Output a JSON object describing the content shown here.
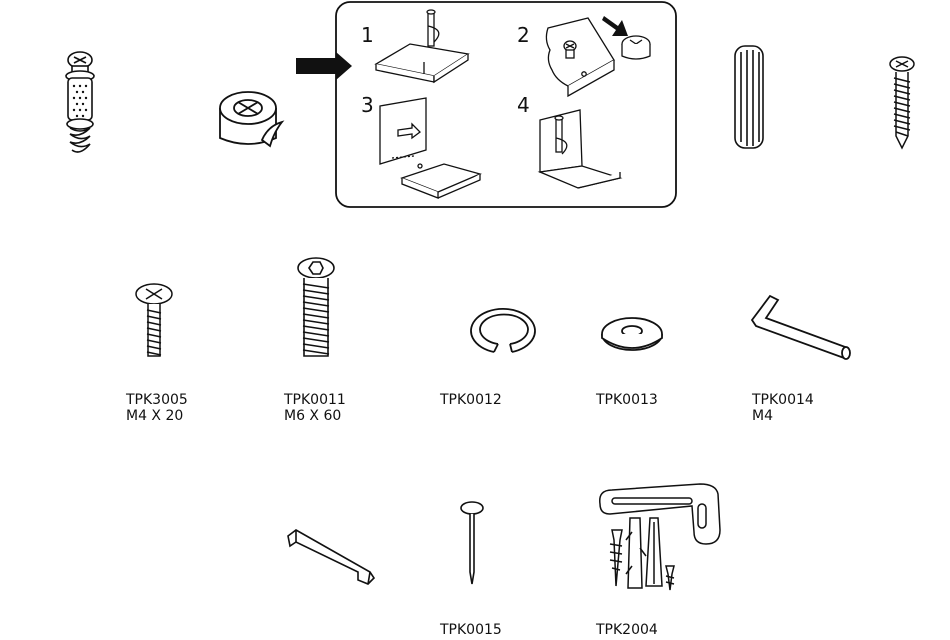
{
  "instructions": {
    "steps": [
      "1",
      "2",
      "3",
      "4"
    ]
  },
  "parts": [
    {
      "code": "TPK3005",
      "size": "M4 X 20",
      "icon": "pan-head-screw-icon"
    },
    {
      "code": "TPK0011",
      "size": "M6 X 60",
      "icon": "hex-socket-bolt-icon"
    },
    {
      "code": "TPK0012",
      "size": "",
      "icon": "split-lock-washer-icon"
    },
    {
      "code": "TPK0013",
      "size": "",
      "icon": "flat-washer-icon"
    },
    {
      "code": "TPK0014",
      "size": "M4",
      "icon": "allen-key-icon"
    },
    {
      "code": "TPK0015",
      "size": "",
      "icon": "nail-icon"
    },
    {
      "code": "TPK2004",
      "size": "",
      "icon": "wall-bracket-kit-icon"
    }
  ],
  "unlabeled_parts": [
    "cam-bolt-icon",
    "cam-lock-nut-icon",
    "wooden-dowel-icon",
    "wood-screw-icon",
    "handle-icon"
  ],
  "colors": {
    "line": "#111111",
    "background": "#ffffff"
  }
}
